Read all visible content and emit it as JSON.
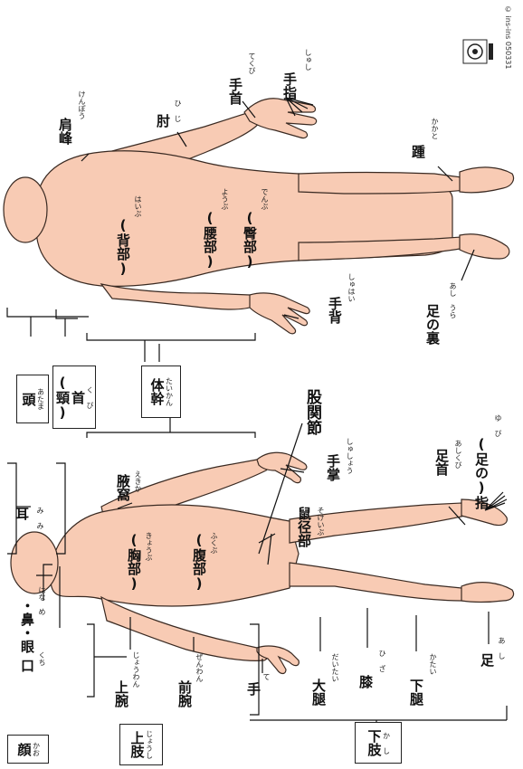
{
  "credit": "© ins-ins 050331",
  "categories": [
    {
      "id": "kao",
      "ruby": "かお",
      "label": "顔"
    },
    {
      "id": "joshi",
      "ruby": "じょうし",
      "label": "上肢"
    },
    {
      "id": "kashi",
      "ruby": "か し",
      "label": "下肢"
    },
    {
      "id": "atama",
      "ruby": "あたま",
      "label": "頭"
    },
    {
      "id": "kubi",
      "ruby": "く び",
      "label": "首",
      "sub": "(頸)"
    },
    {
      "id": "taikan",
      "ruby": "たいかん",
      "label": "体幹"
    }
  ],
  "front_labels": [
    {
      "id": "mimi",
      "ruby": "み み",
      "label": "耳"
    },
    {
      "id": "me",
      "ruby": "はな　め",
      "label": "・鼻・眼"
    },
    {
      "id": "kuchi",
      "ruby": "くち",
      "label": "口"
    },
    {
      "id": "ekika",
      "ruby": "えきか",
      "label": "腋窩"
    },
    {
      "id": "kyoubu",
      "ruby": "きょうぶ",
      "label": "(胸部)"
    },
    {
      "id": "fukubu",
      "ruby": "ふくぶ",
      "label": "(腹部)"
    },
    {
      "id": "koukan",
      "ruby": "",
      "label": "股関節"
    },
    {
      "id": "sokeibu",
      "ruby": "そけいぶ",
      "label": "鼠径部"
    },
    {
      "id": "shushou",
      "ruby": "しゅしょう",
      "label": "手掌"
    },
    {
      "id": "ashikubi",
      "ruby": "あしくび",
      "label": "足首"
    },
    {
      "id": "yubi",
      "ruby": "ゆ び",
      "label": "(足の)指"
    },
    {
      "id": "jouwan",
      "ruby": "じょうわん",
      "label": "上腕"
    },
    {
      "id": "zenwan",
      "ruby": "ぜんわん",
      "label": "前腕"
    },
    {
      "id": "te",
      "ruby": "て",
      "label": "手"
    },
    {
      "id": "daitai",
      "ruby": "だいたい",
      "label": "大腿"
    },
    {
      "id": "hiza",
      "ruby": "ひ ざ",
      "label": "膝"
    },
    {
      "id": "katai",
      "ruby": "かたい",
      "label": "下腿"
    },
    {
      "id": "ashi",
      "ruby": "あ し",
      "label": "足"
    }
  ],
  "back_labels": [
    {
      "id": "kenpou",
      "ruby": "けんぽう",
      "label": "肩峰"
    },
    {
      "id": "hiji",
      "ruby": "ひ じ",
      "label": "肘"
    },
    {
      "id": "tekubi",
      "ruby": "てくび",
      "label": "手首"
    },
    {
      "id": "shushi",
      "ruby": "しゅし",
      "label": "手指"
    },
    {
      "id": "kakato",
      "ruby": "かかと",
      "label": "踵"
    },
    {
      "id": "haibu",
      "ruby": "はいぶ",
      "label": "(背部)"
    },
    {
      "id": "youbu",
      "ruby": "ようぶ",
      "label": "(腰部)"
    },
    {
      "id": "denbu",
      "ruby": "でんぶ",
      "label": "(臀部)"
    },
    {
      "id": "shuhai",
      "ruby": "しゅはい",
      "label": "手背"
    },
    {
      "id": "ashinoura",
      "ruby": "あし　うら",
      "label": "足の裏"
    }
  ],
  "colors": {
    "skin": "#f8cbb4",
    "outline": "#3a2a22",
    "line": "#111111"
  }
}
